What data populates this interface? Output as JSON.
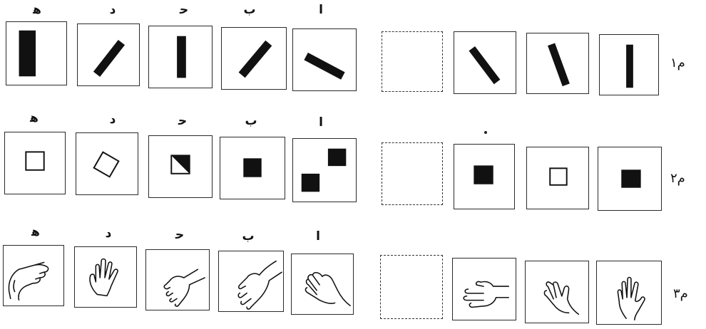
{
  "sheet": {
    "background": "#ffffff",
    "ink": "#111111"
  },
  "rows": [
    {
      "label": "م١",
      "letters": [
        "ﻫ",
        "د",
        "ﺣ",
        "ب",
        "ا"
      ],
      "figure_type": "bar"
    },
    {
      "label": "م٢",
      "letters": [
        "ﻫ",
        "د",
        "ﺣ",
        "ب",
        "ا"
      ],
      "figure_type": "square"
    },
    {
      "label": "م٣",
      "letters": [
        "ﻫ",
        "د",
        "ﺣ",
        "ب",
        "ا"
      ],
      "figure_type": "hand"
    }
  ]
}
